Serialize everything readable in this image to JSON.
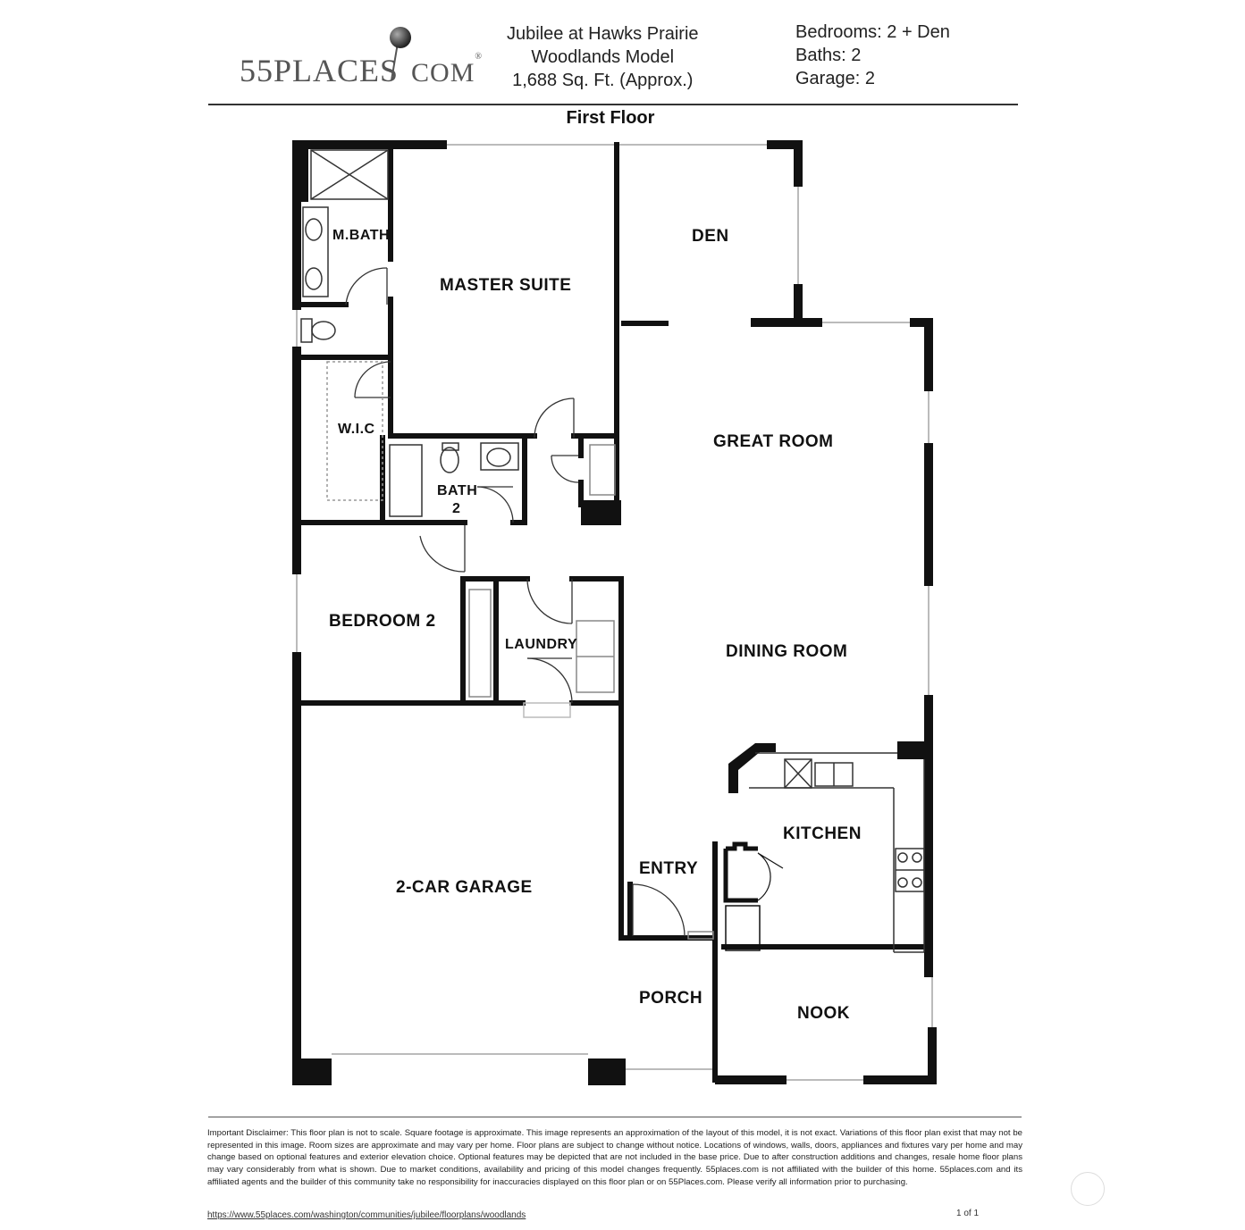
{
  "header": {
    "logo_text_main": "55PLACES",
    "logo_text_tld": "COM",
    "logo_reg": "®",
    "community": "Jubilee at Hawks Prairie",
    "model": "Woodlands Model",
    "sqft": "1,688 Sq. Ft. (Approx.)",
    "bedrooms": "Bedrooms: 2 + Den",
    "baths": "Baths: 2",
    "garage": "Garage: 2"
  },
  "plan": {
    "floor_title": "First Floor",
    "rooms": {
      "mbath": "M.BATH",
      "master_suite": "MASTER SUITE",
      "den": "DEN",
      "great_room": "GREAT ROOM",
      "wic": "W.I.C",
      "bath2_a": "BATH",
      "bath2_b": "2",
      "bedroom2": "BEDROOM 2",
      "laundry": "LAUNDRY",
      "dining_room": "DINING ROOM",
      "kitchen": "KITCHEN",
      "entry": "ENTRY",
      "garage": "2-CAR GARAGE",
      "porch": "PORCH",
      "nook": "NOOK"
    }
  },
  "footer": {
    "disclaimer": "Important Disclaimer: This floor plan is not to scale. Square footage is approximate. This image represents an approximation of the layout of this model, it is not exact. Variations of this floor plan exist that may not be represented in this image. Room sizes are approximate and may vary per home. Floor plans are subject to change without notice. Locations of windows, walls, doors, appliances and fixtures vary per home and may change based on optional features and exterior elevation choice. Optional features may be depicted that are not included in the base price. Due to after construction additions and changes, resale home floor plans may vary considerably from what is shown. Due to market conditions, availability and pricing of this model changes frequently. 55places.com is not affiliated with the builder of this home. 55places.com and its affiliated agents and the builder of this community take no responsibility for inaccuracies displayed on this floor plan or on 55Places.com. Please verify all information prior to purchasing.",
    "url": "https://www.55places.com/washington/communities/jubilee/floorplans/woodlands",
    "page": "1 of 1"
  }
}
